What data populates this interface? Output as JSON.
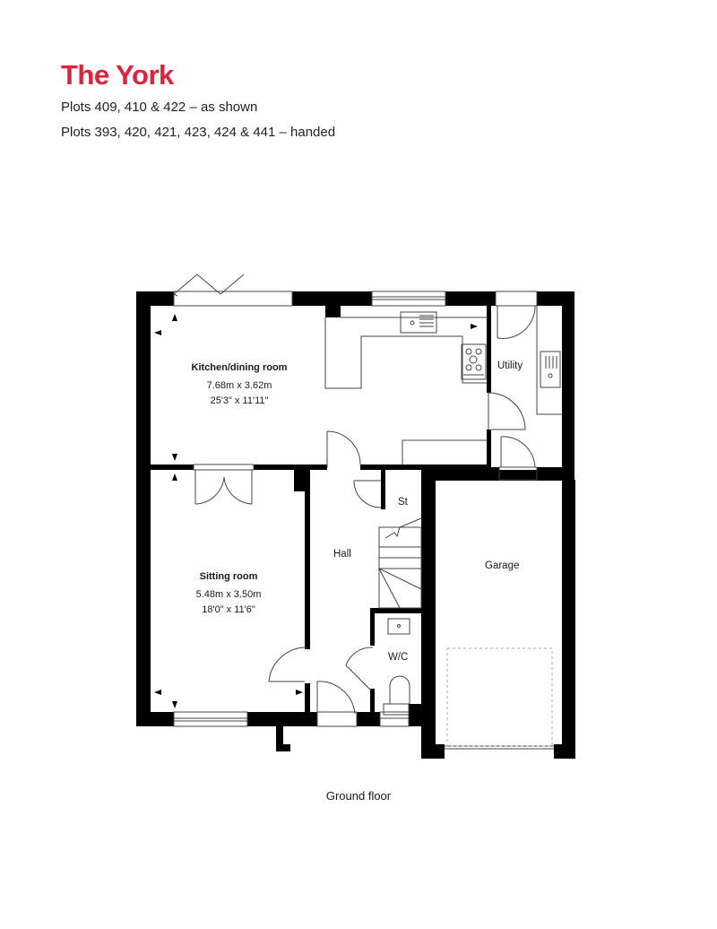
{
  "header": {
    "title": "The York",
    "plots_as_shown": "Plots 409, 410 & 422 – as shown",
    "plots_handed": "Plots 393, 420, 421, 423, 424 & 441 – handed"
  },
  "colors": {
    "title_red": "#e2203a",
    "wall": "#000000",
    "fixture_line": "#555555"
  },
  "rooms": {
    "kitchen": {
      "name": "Kitchen/dining room",
      "metric": "7.68m x 3.62m",
      "imperial": "25'3\" x 11'11\""
    },
    "sitting": {
      "name": "Sitting room",
      "metric": "5.48m x 3.50m",
      "imperial": "18'0\" x 11'6\""
    },
    "utility": {
      "name": "Utility"
    },
    "hall": {
      "name": "Hall"
    },
    "store": {
      "name": "St"
    },
    "wc": {
      "name": "W/C"
    },
    "garage": {
      "name": "Garage"
    }
  },
  "footer": {
    "floor_label": "Ground floor"
  }
}
